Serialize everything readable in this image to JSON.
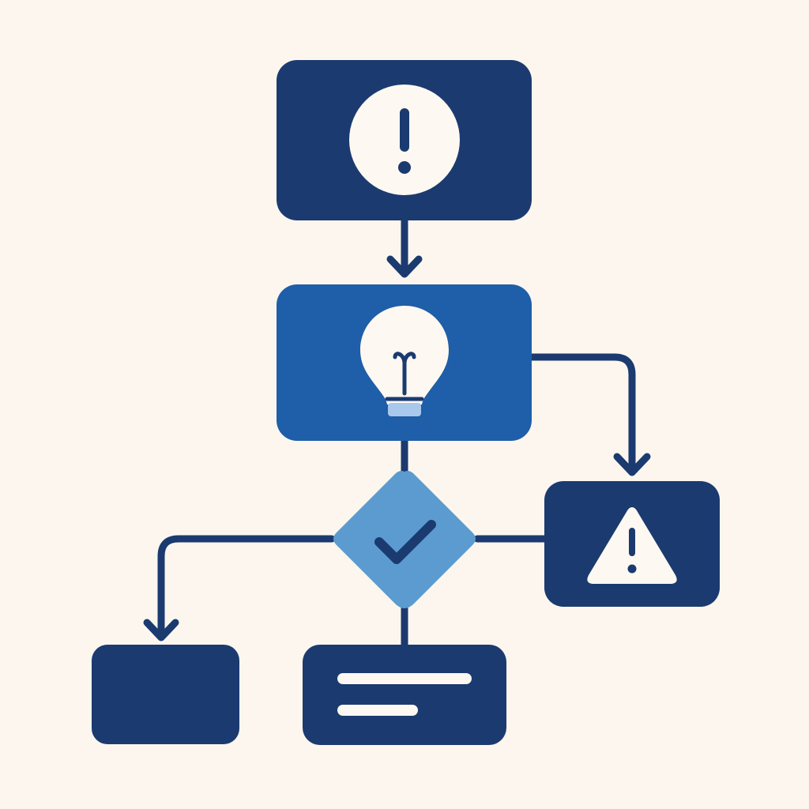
{
  "colors": {
    "background": "#fcf6ee",
    "navy": "#1b3a70",
    "mid_blue": "#1f5ea8",
    "light_blue": "#5b9bd0",
    "bulb_base": "#a9c9ec",
    "white": "#fdf8f1"
  },
  "nodes": {
    "alert_box": {
      "icon": "exclamation-circle-icon"
    },
    "idea_box": {
      "icon": "lightbulb-icon"
    },
    "decision": {
      "icon": "checkmark-icon"
    },
    "warning_box": {
      "icon": "warning-triangle-icon"
    },
    "blank_box": {
      "icon": ""
    },
    "text_box": {
      "icon": "text-lines-icon",
      "line_count": 2
    }
  },
  "connectors": [
    {
      "from": "alert_box",
      "to": "idea_box",
      "arrow": true
    },
    {
      "from": "idea_box",
      "to": "warning_box",
      "arrow": true
    },
    {
      "from": "idea_box",
      "to": "decision",
      "arrow": false
    },
    {
      "from": "decision",
      "to": "blank_box",
      "arrow": true
    },
    {
      "from": "decision",
      "to": "warning_box",
      "arrow": false
    },
    {
      "from": "decision",
      "to": "text_box",
      "arrow": false
    }
  ]
}
